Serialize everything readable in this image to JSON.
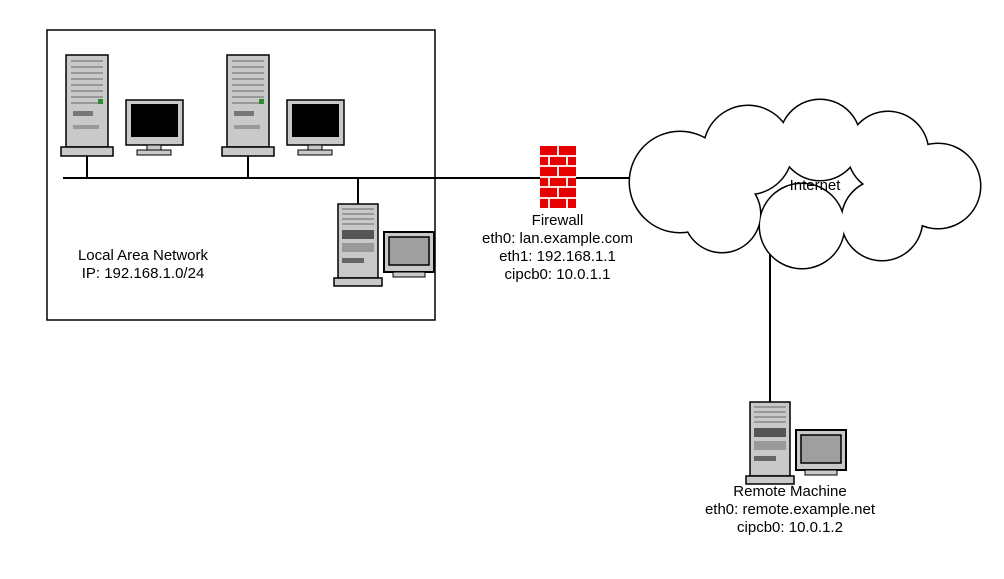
{
  "lan": {
    "name": "Local Area Network",
    "ip": "IP: 192.168.1.0/24"
  },
  "firewall": {
    "name": "Firewall",
    "eth0": "eth0: lan.example.com",
    "eth1": "eth1: 192.168.1.1",
    "cipcb0": "cipcb0: 10.0.1.1"
  },
  "internet": {
    "name": "Internet"
  },
  "remote": {
    "name": "Remote Machine",
    "eth0": "eth0: remote.example.net",
    "cipcb0": "cipcb0: 10.0.1.2"
  },
  "colors": {
    "firewall_brick": "#e60000",
    "line": "#000000",
    "machine_gray": "#c9c9c9"
  }
}
